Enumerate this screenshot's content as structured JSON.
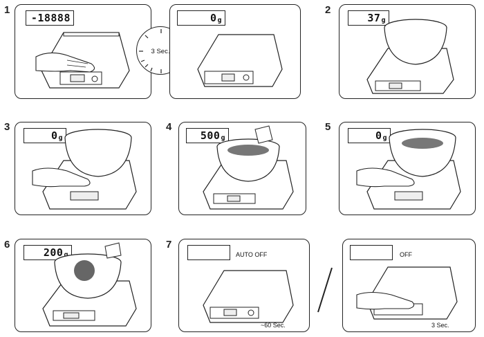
{
  "steps": [
    {
      "num": "1",
      "readings": [
        "-18888",
        ""
      ],
      "second_reading": "0",
      "unit": "g",
      "timer": "3 Sec."
    },
    {
      "num": "2",
      "reading": "37",
      "unit": "g"
    },
    {
      "num": "3",
      "reading": "0",
      "unit": "g"
    },
    {
      "num": "4",
      "reading": "500",
      "unit": "g"
    },
    {
      "num": "5",
      "reading": "0",
      "unit": "g"
    },
    {
      "num": "6",
      "reading": "200",
      "unit": "g"
    },
    {
      "num": "7",
      "auto_off_label": "AUTO OFF",
      "auto_off_time": "~60 Sec.",
      "off_label": "OFF",
      "off_time": "3 Sec."
    }
  ]
}
